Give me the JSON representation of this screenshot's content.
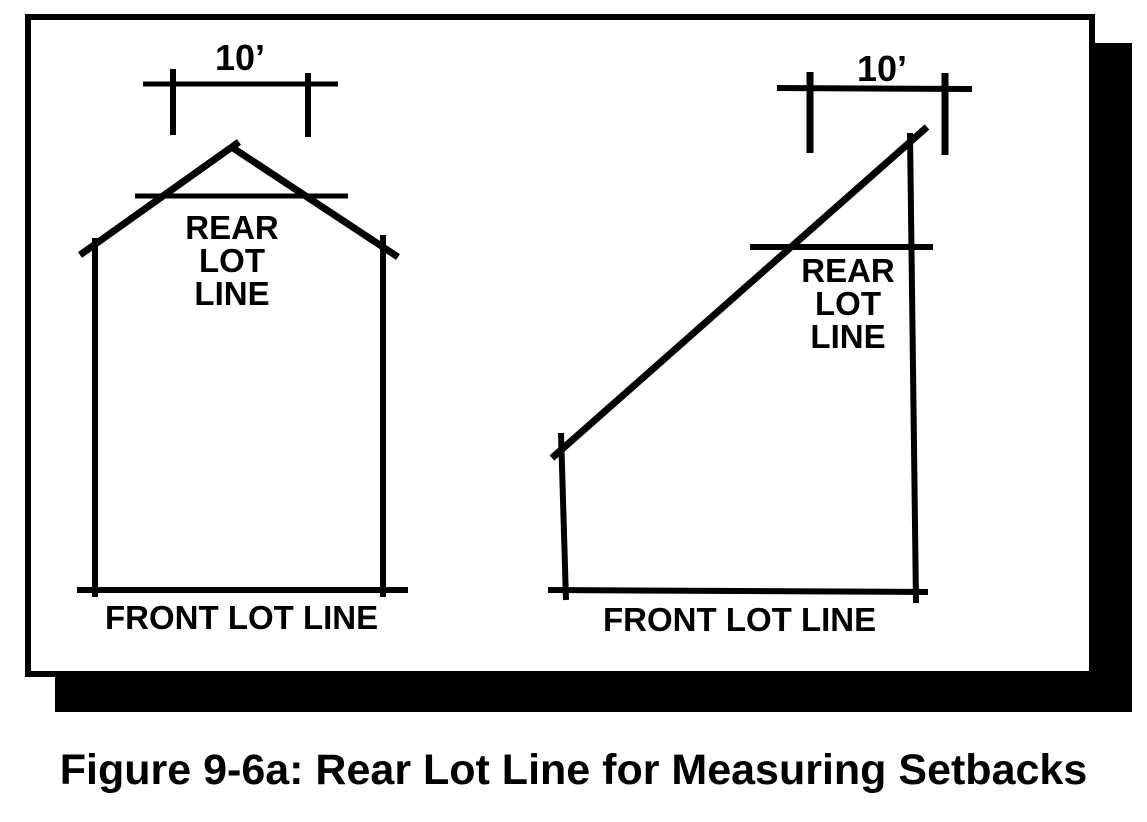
{
  "caption": "Figure 9-6a: Rear Lot Line for Measuring Setbacks",
  "colors": {
    "ink": "#000000",
    "background": "#ffffff"
  },
  "left_lot": {
    "dimension_label": "10’",
    "rear_lot_line_label": "REAR\nLOT\nLINE",
    "front_lot_line_label": "FRONT LOT LINE"
  },
  "right_lot": {
    "dimension_label": "10’",
    "rear_lot_line_label": "REAR\nLOT\nLINE",
    "front_lot_line_label": "FRONT LOT LINE"
  }
}
